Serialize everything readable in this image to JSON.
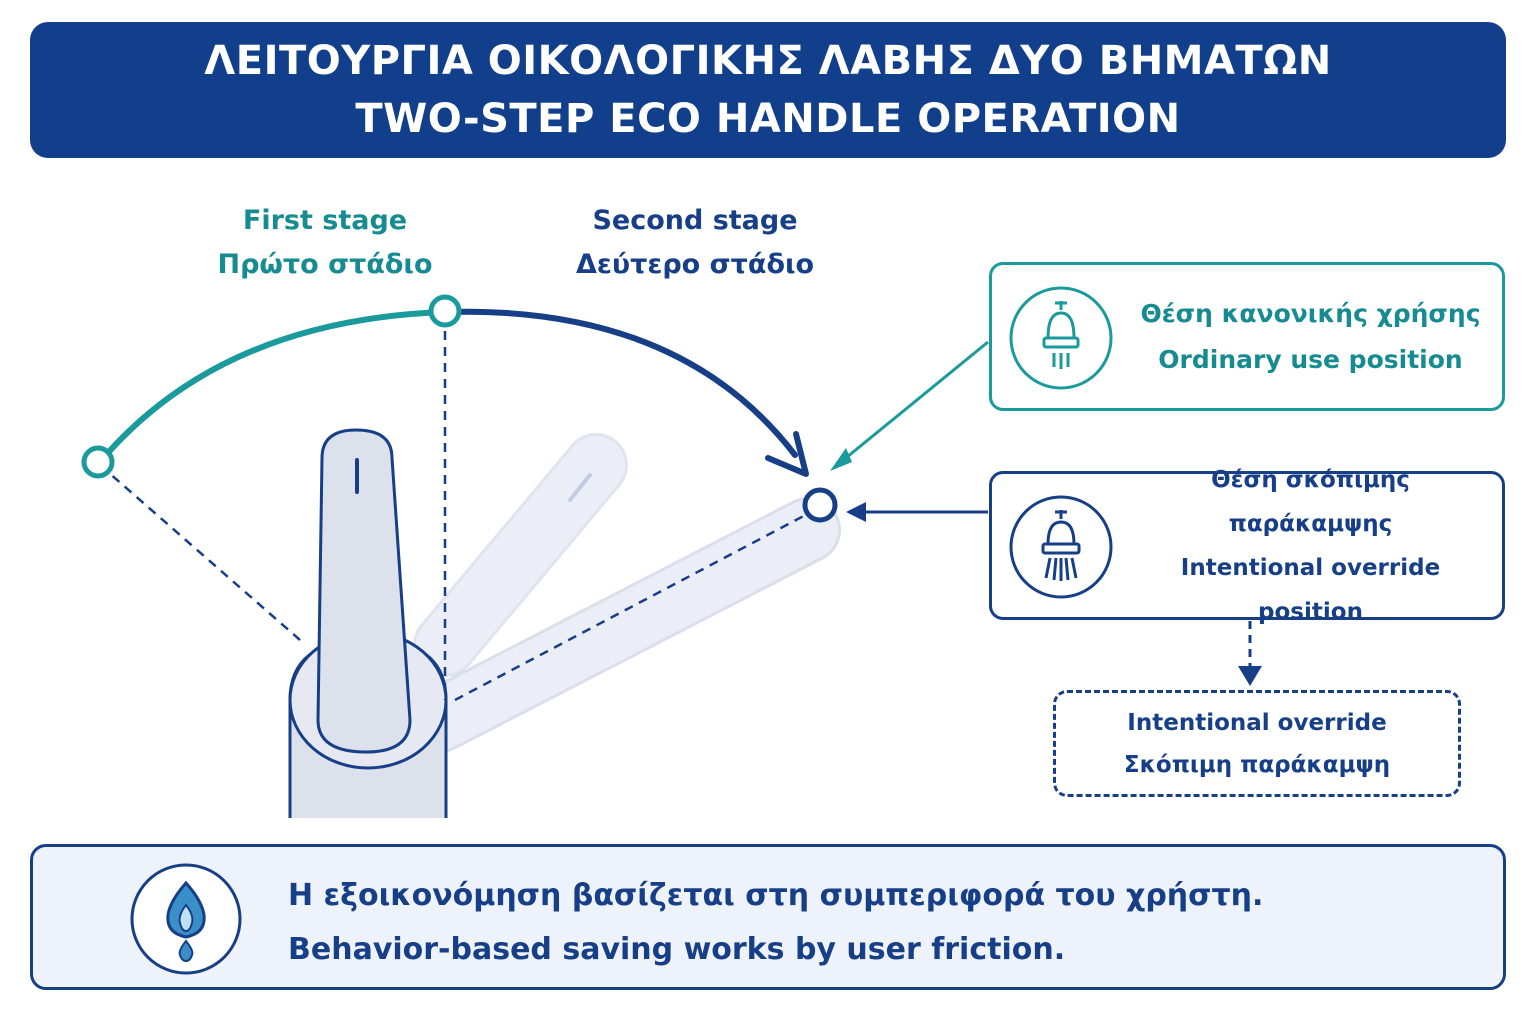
{
  "header": {
    "title_greek": "ΛΕΙΤΟΥΡΓΙΑ ΟΙΚΟΛΟΓΙΚΗΣ ΛΑΒΗΣ ΔΥΟ ΒΗΜΑΤΩΝ",
    "title_english": "TWO-STEP ECO HANDLE OPERATION"
  },
  "stages": {
    "first": {
      "english": "First stage",
      "greek": "Πρώτο στάδιο"
    },
    "second": {
      "english": "Second stage",
      "greek": "Δεύτερο στάδιο"
    }
  },
  "positions": {
    "ordinary": {
      "greek": "Θέση κανονικής χρήσης",
      "english": "Ordinary use position",
      "icon": "shower-head-icon"
    },
    "override": {
      "greek": "Θέση σκόπιμης παράκαμψης",
      "english": "Intentional override position",
      "icon": "shower-head-icon"
    }
  },
  "result": {
    "english": "Intentional override",
    "greek": "Σκόπιμη παράκαμψη"
  },
  "footer": {
    "greek": "Η εξοικονόμηση βασίζεται στη συμπεριφορά του χρήστη.",
    "english": "Behavior-based saving works by user friction.",
    "icon": "flame-water-drop-icon"
  },
  "colors": {
    "navy": "#163f88",
    "teal": "#1a9a9c",
    "handle_fill": "#dde1ec",
    "footer_bg": "#eef2fa"
  }
}
